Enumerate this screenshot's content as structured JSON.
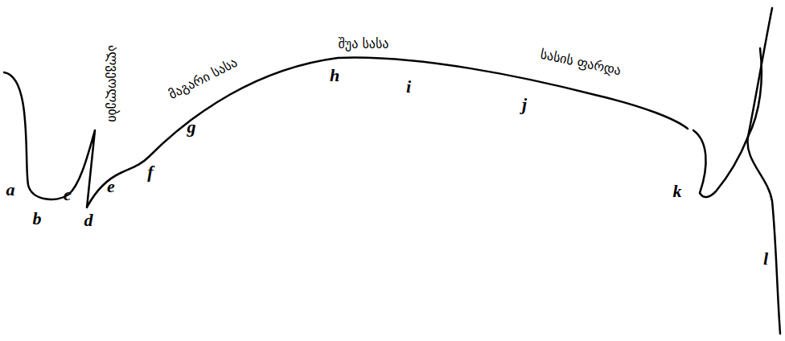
{
  "diagram": {
    "labels": [
      "ალვეოლები",
      "მაგარი სასა",
      "შუა სასა",
      "სასის ფარდა",
      "a",
      "b",
      "c",
      "d",
      "e",
      "f",
      "g",
      "h",
      "i",
      "j",
      "k",
      "l"
    ]
  }
}
